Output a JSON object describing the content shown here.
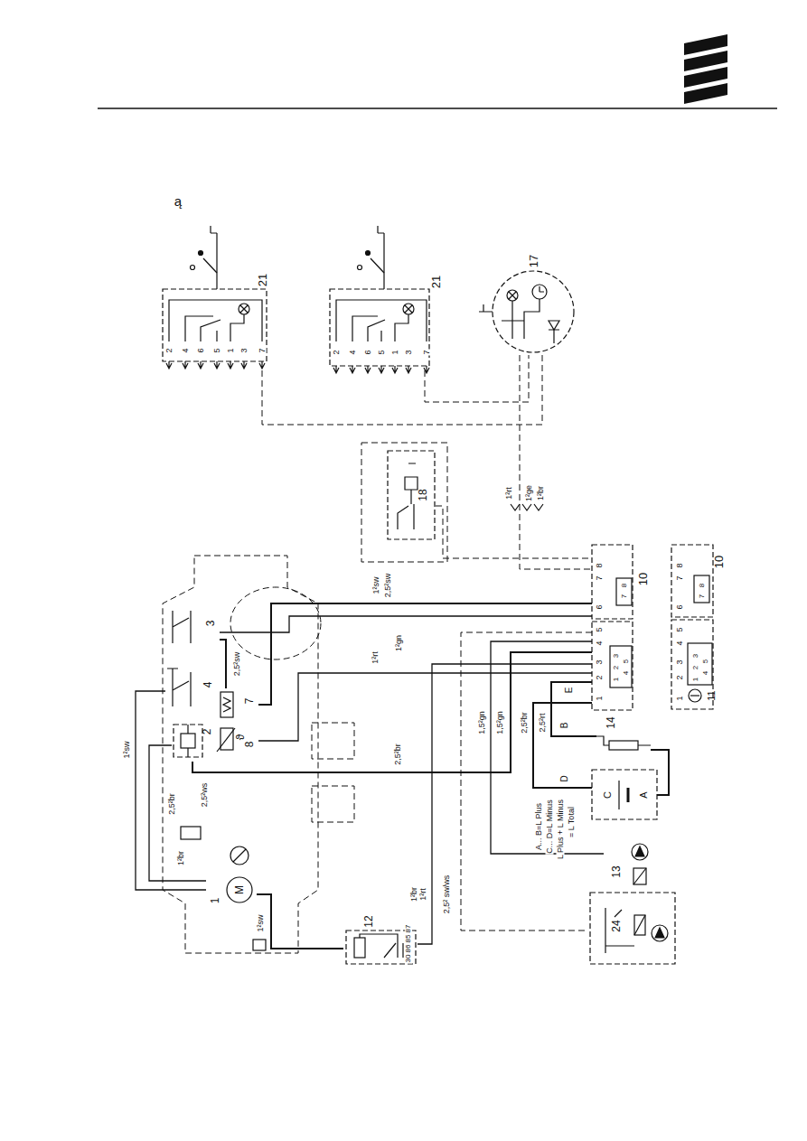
{
  "diagram": {
    "nodes": [
      {
        "text": [
          "21"
        ]
      },
      {
        "text": [
          "21"
        ]
      },
      {
        "text": [
          "17"
        ]
      },
      {
        "text": [
          "18"
        ]
      },
      {
        "text": [
          "3"
        ]
      },
      {
        "text": [
          "4"
        ]
      },
      {
        "text": [
          "7"
        ]
      },
      {
        "text": [
          "8",
          "ϑ"
        ]
      },
      {
        "text": [
          "2"
        ]
      },
      {
        "text": [
          "M",
          "1"
        ]
      },
      {
        "text": [
          "10"
        ]
      },
      {
        "text": [
          "10"
        ]
      },
      {
        "text": [
          "11"
        ],
        "in": 11
      },
      {
        "text": [
          "12"
        ]
      },
      {
        "text": [
          "14"
        ]
      },
      {
        "text": [
          "C",
          "A"
        ]
      },
      {
        "text": [
          "13"
        ]
      },
      {
        "text": [
          "24"
        ]
      }
    ],
    "edges": [
      {
        "from": 0,
        "to": 2,
        "arrow": "none"
      },
      {
        "from": 1,
        "to": 2,
        "arrow": "none"
      },
      {
        "from": 2,
        "to": 10,
        "arrow": "none"
      },
      {
        "from": 3,
        "to": 10,
        "arrow": "none"
      },
      {
        "from": 10,
        "to": 16,
        "arrow": "none"
      },
      {
        "from": 10,
        "to": 14,
        "arrow": "none"
      },
      {
        "from": 14,
        "to": 15,
        "arrow": "none"
      },
      {
        "from": 15,
        "to": 10,
        "arrow": "none"
      },
      {
        "from": 10,
        "to": 17,
        "arrow": "none"
      },
      {
        "from": 13,
        "to": 9,
        "arrow": "none"
      },
      {
        "from": 13,
        "to": 10,
        "arrow": "none"
      },
      {
        "from": 10,
        "to": 6,
        "arrow": "none"
      },
      {
        "from": 10,
        "to": 4,
        "arrow": "none"
      },
      {
        "from": 10,
        "to": 8,
        "arrow": "none"
      },
      {
        "from": 10,
        "to": 7,
        "arrow": "none"
      },
      {
        "from": 5,
        "to": 9,
        "arrow": "none"
      },
      {
        "from": 6,
        "to": 4,
        "arrow": "none"
      },
      {
        "from": 8,
        "to": 9,
        "arrow": "none"
      }
    ],
    "labels": [
      "ą",
      "1²sw",
      "2,5²sw",
      "2,5²ws",
      "2,5²br",
      "1²br",
      "1²sw",
      "1²sw",
      "2,5²sw",
      "1²gn",
      "1²rt",
      "2,5²br",
      "1²br",
      "1²rt",
      "2,5² sw/ws",
      "1,5²gn",
      "1,5²gn",
      "2,5²br",
      "2,5²rt",
      "1²rt",
      "1²ge",
      "1²br",
      "E",
      "B",
      "D",
      "A... B=L Plus",
      "C... D=L Minus",
      "L Plus + L Minus",
      "= L Total",
      "2",
      "4",
      "6",
      "5",
      "1",
      "3",
      "7",
      "2",
      "4",
      "6",
      "5",
      "1",
      "3",
      "7",
      "1",
      "2",
      "3",
      "4",
      "5",
      "6",
      "7",
      "8",
      "1",
      "2",
      "3",
      "4",
      "5",
      "7",
      "8",
      "1",
      "2",
      "3",
      "4",
      "5",
      "6",
      "7",
      "8",
      "1",
      "2",
      "3",
      "4",
      "5",
      "7",
      "8",
      "30",
      "86",
      "85",
      "87"
    ]
  }
}
